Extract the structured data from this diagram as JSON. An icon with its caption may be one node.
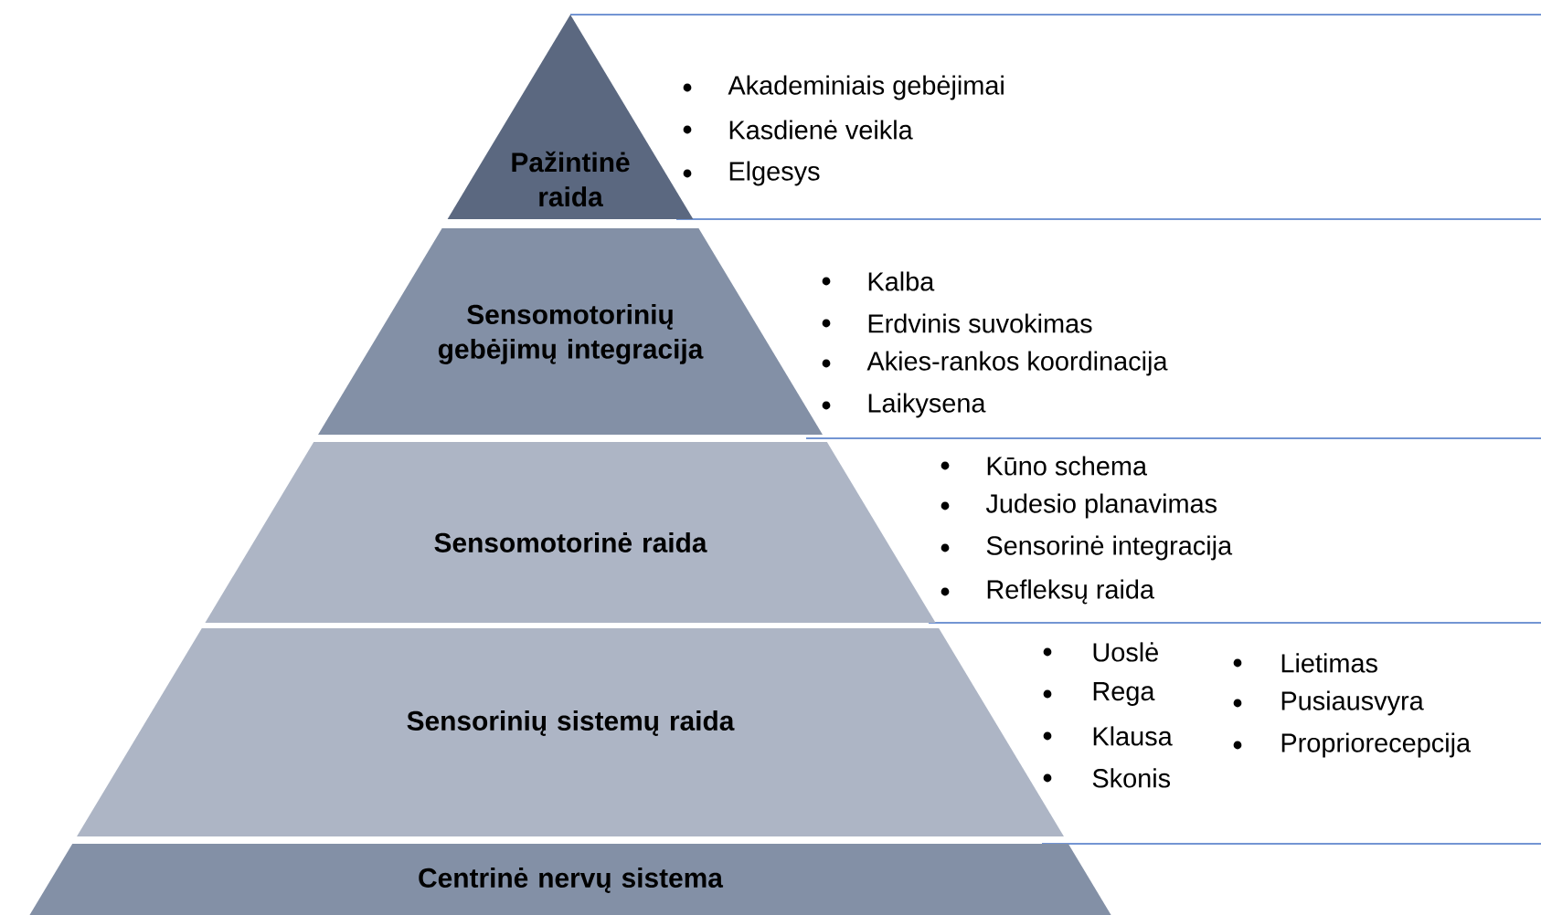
{
  "diagram": {
    "nodes": [
      {
        "text": [
          "Pažintinė raida"
        ]
      },
      {
        "text": [
          "Sensomotorinių gebėjimų integracija"
        ]
      },
      {
        "text": [
          "Sensomotorinė raida"
        ]
      },
      {
        "text": [
          "Sensorinių sistemų raida"
        ]
      },
      {
        "text": [
          "Centrinė nervų sistema"
        ]
      }
    ],
    "labels": [
      "Akademiniais gebėjimai",
      "Kasdienė veikla",
      "Elgesys",
      "Kalba",
      "Erdvinis suvokimas",
      "Akies-rankos koordinacija",
      "Laikysena",
      "Kūno schema",
      "Judesio planavimas",
      "Sensorinė integracija",
      "Refleksų raida",
      "Uoslė",
      "Rega",
      "Klausa",
      "Skonis",
      "Lietimas",
      "Pusiausvyra",
      "Propriorecepcija"
    ]
  }
}
